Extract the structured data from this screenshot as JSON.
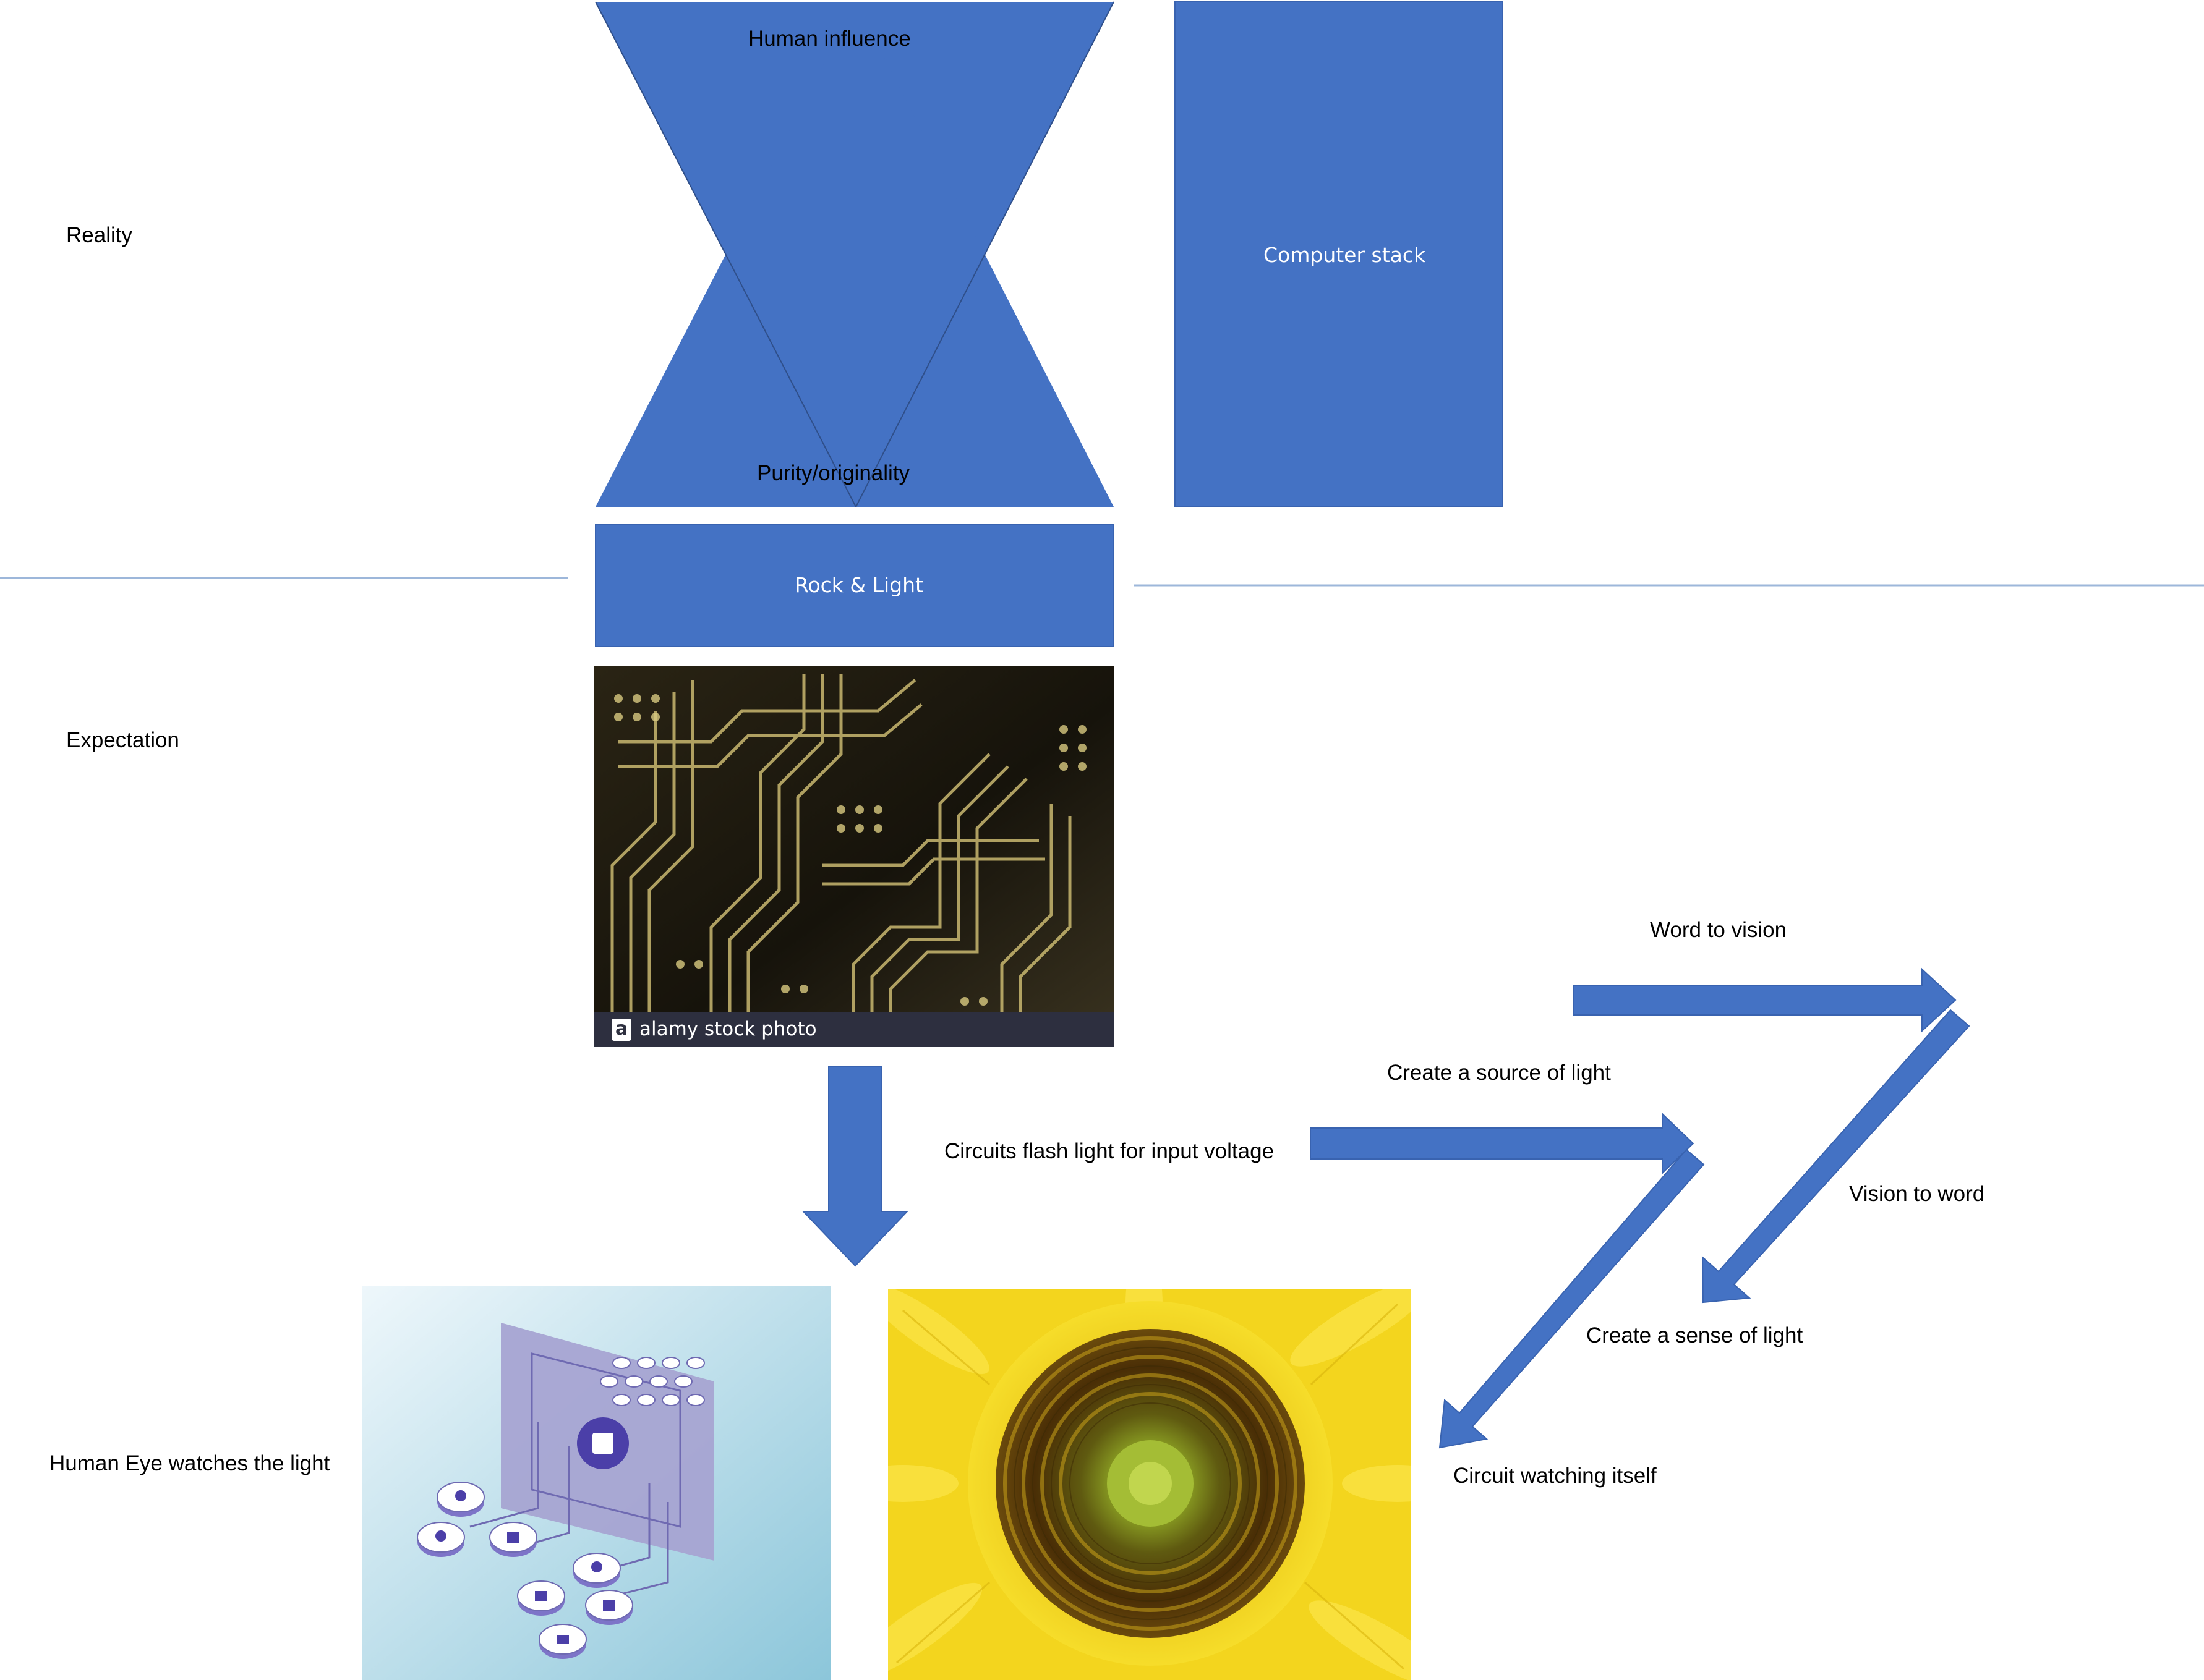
{
  "labels": {
    "reality": "Reality",
    "expectation": "Expectation",
    "human_eye": "Human Eye watches the light",
    "human_influence": "Human influence",
    "purity": "Purity/originality",
    "computer_stack": "Computer stack",
    "rock_light": "Rock & Light",
    "circuits_flash": "Circuits flash light for input voltage",
    "create_source": "Create a source of light",
    "word_to_vision": "Word to vision",
    "vision_to_word": "Vision to word",
    "create_sense": "Create a sense of light",
    "circuit_watching": "Circuit watching itself"
  },
  "photo": {
    "watermark": "alamy stock photo",
    "watermark_badge": "a"
  },
  "colors": {
    "shape_fill": "#4472C4",
    "shape_text": "#ffffff",
    "divider": "#9DB7DA",
    "pcb_dark": "#1f1a0d",
    "pcb_trace": "#c9b870",
    "sunflower_petal": "#F2D21B",
    "sunflower_disc": "#5a3a08",
    "sunflower_center": "#8fa625",
    "illustration_bg": "#bfe4ee"
  },
  "icons": [
    "pcb-photo",
    "app-integration-illustration",
    "sunflower-photo"
  ]
}
